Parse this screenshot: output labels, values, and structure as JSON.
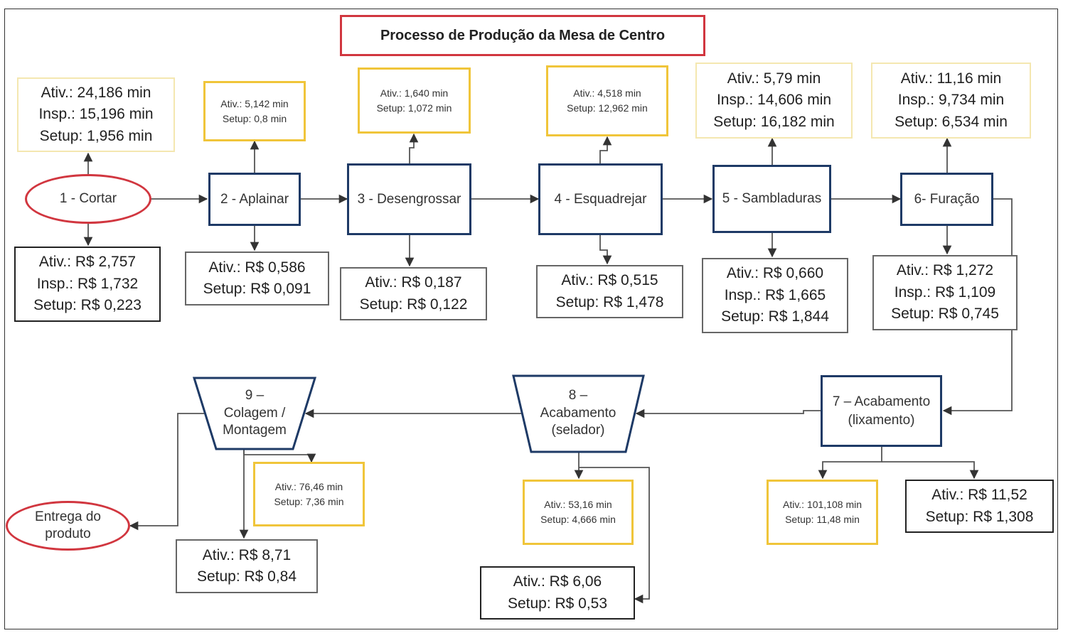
{
  "title": "Processo de Produção da Mesa de Centro",
  "colors": {
    "title_border": "#d1363f",
    "step_border": "#1e3a66",
    "time_border": "#f0c53a",
    "cost_border": "#222222",
    "connector": "#333333"
  },
  "steps": [
    {
      "id": "s1",
      "label": "1 - Cortar",
      "shape": "terminal",
      "time": [
        "Ativ.: 24,186 min",
        "Insp.: 15,196 min",
        "Setup: 1,956 min"
      ],
      "cost": [
        "Ativ.: R$ 2,757",
        "Insp.: R$ 1,732",
        "Setup: R$ 0,223"
      ]
    },
    {
      "id": "s2",
      "label": "2 - Aplainar",
      "shape": "process",
      "time": [
        "Ativ.: 5,142 min",
        "Setup: 0,8 min"
      ],
      "cost": [
        "Ativ.: R$ 0,586",
        "Setup: R$ 0,091"
      ]
    },
    {
      "id": "s3",
      "label": "3 - Desengrossar",
      "shape": "process",
      "time": [
        "Ativ.: 1,640 min",
        "Setup: 1,072 min"
      ],
      "cost": [
        "Ativ.: R$ 0,187",
        "Setup: R$ 0,122"
      ]
    },
    {
      "id": "s4",
      "label": "4 - Esquadrejar",
      "shape": "process",
      "time": [
        "Ativ.: 4,518 min",
        "Setup: 12,962 min"
      ],
      "cost": [
        "Ativ.: R$ 0,515",
        "Setup: R$ 1,478"
      ]
    },
    {
      "id": "s5",
      "label": "5 - Sambladuras",
      "shape": "process",
      "time": [
        "Ativ.: 5,79 min",
        "Insp.: 14,606 min",
        "Setup: 16,182 min"
      ],
      "cost": [
        "Ativ.: R$ 0,660",
        "Insp.: R$ 1,665",
        "Setup: R$ 1,844"
      ]
    },
    {
      "id": "s6",
      "label": "6- Furação",
      "shape": "process",
      "time": [
        "Ativ.: 11,16 min",
        "Insp.: 9,734 min",
        "Setup: 6,534 min"
      ],
      "cost": [
        "Ativ.: R$ 1,272",
        "Insp.: R$ 1,109",
        "Setup: R$ 0,745"
      ]
    },
    {
      "id": "s7",
      "label": [
        "7 – Acabamento",
        "(lixamento)"
      ],
      "shape": "process",
      "time": [
        "Ativ.: 101,108 min",
        "Setup: 11,48 min"
      ],
      "cost": [
        "Ativ.: R$ 11,52",
        "Setup: R$ 1,308"
      ]
    },
    {
      "id": "s8",
      "label": [
        "8 –",
        "Acabamento",
        "(selador)"
      ],
      "shape": "manual-operation",
      "time": [
        "Ativ.: 53,16 min",
        "Setup: 4,666 min"
      ],
      "cost": [
        "Ativ.: R$ 6,06",
        "Setup: R$ 0,53"
      ]
    },
    {
      "id": "s9",
      "label": [
        "9 –",
        "Colagem /",
        "Montagem"
      ],
      "shape": "manual-operation",
      "time": [
        "Ativ.: 76,46 min",
        "Setup: 7,36 min"
      ],
      "cost": [
        "Ativ.: R$ 8,71",
        "Setup: R$ 0,84"
      ]
    },
    {
      "id": "end",
      "label": [
        "Entrega do",
        "produto"
      ],
      "shape": "terminal"
    }
  ]
}
